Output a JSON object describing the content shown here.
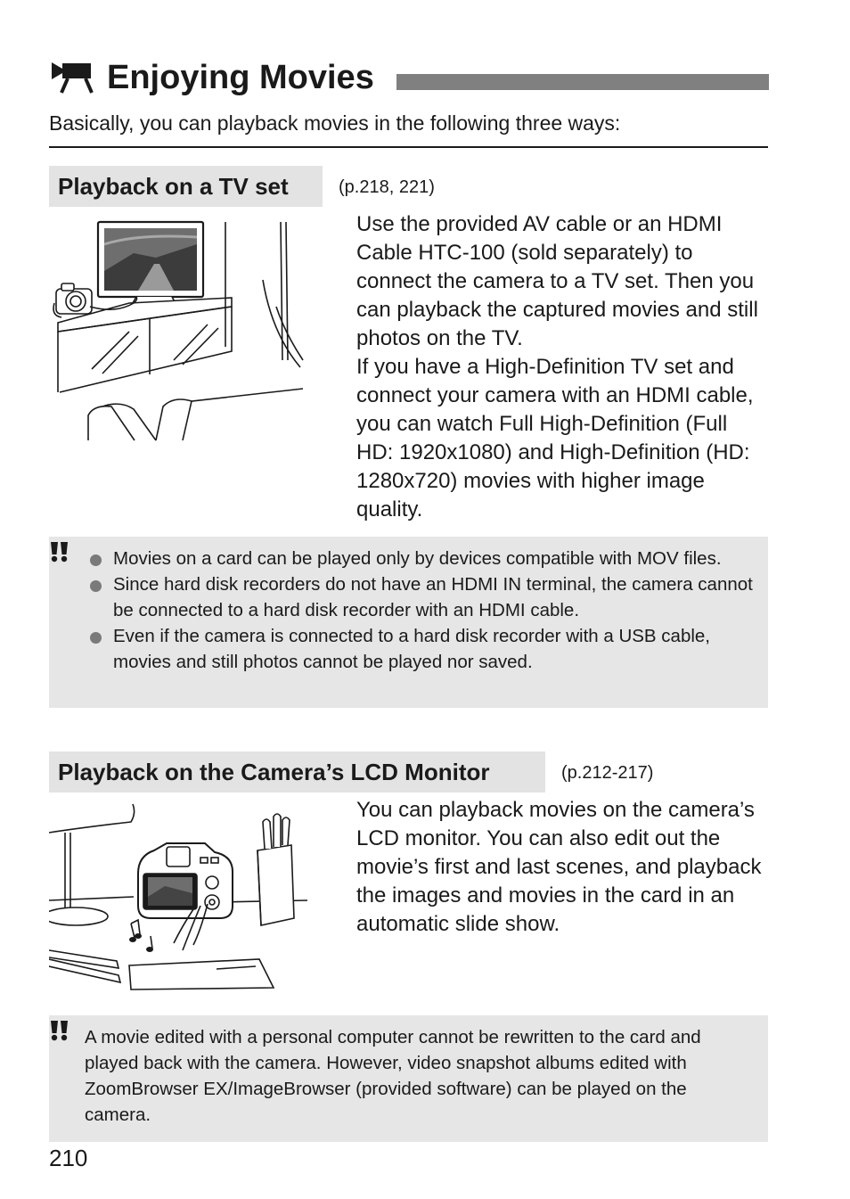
{
  "header": {
    "title": "Enjoying Movies",
    "icon": "movie-camera-icon",
    "intro": "Basically, you can playback movies in the following three ways:"
  },
  "sections": [
    {
      "heading": "Playback on a TV set",
      "page_ref": "(p.218, 221)",
      "illustration": "camera-connected-to-tv-illustration",
      "paragraphs": [
        "Use the provided AV cable or an HDMI Cable HTC-100 (sold separately) to connect the camera to a TV set. Then you can playback the captured movies and still photos on the TV.",
        "If you have a High-Definition TV set and connect your camera with an HDMI cable, you can watch Full High-Definition (Full HD: 1920x1080) and High-Definition (HD: 1280x720) movies with higher image quality."
      ]
    },
    {
      "heading": "Playback on the Camera’s LCD Monitor",
      "page_ref": "(p.212-217)",
      "illustration": "camera-lcd-playback-illustration",
      "paragraphs": [
        "You can playback movies on the camera’s LCD monitor. You can also edit out the movie’s first and last scenes, and playback the images and movies in the card in an automatic slide show."
      ]
    }
  ],
  "cautions": [
    {
      "icon": "caution-icon",
      "items": [
        "Movies on a card can be played only by devices compatible with MOV files.",
        "Since hard disk recorders do not have an HDMI IN terminal, the camera cannot be connected to a hard disk recorder with an HDMI cable.",
        "Even if the camera is connected to a hard disk recorder with a USB cable, movies and still photos cannot be played nor saved."
      ]
    },
    {
      "icon": "caution-icon",
      "text": "A movie edited with a personal computer cannot be rewritten to the card and played back with the camera. However, video snapshot albums edited with ZoomBrowser EX/ImageBrowser (provided software) can be played on the camera."
    }
  ],
  "footer": {
    "page_number": "210"
  }
}
